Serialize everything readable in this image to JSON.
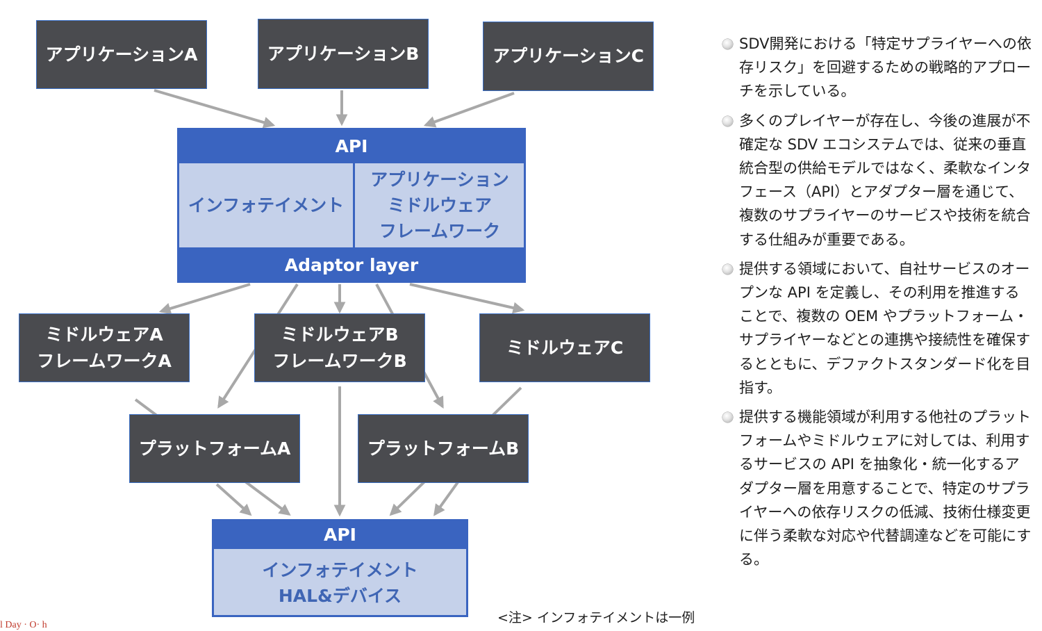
{
  "applications": [
    "アプリケーションA",
    "アプリケーションB",
    "アプリケーションC"
  ],
  "adaptor_block": {
    "api_label": "API",
    "left_label": "インフォテイメント",
    "right_lines": [
      "アプリケーション",
      "ミドルウェア",
      "フレームワーク"
    ],
    "bottom_label": "Adaptor layer"
  },
  "middleware": {
    "a": [
      "ミドルウェアA",
      "フレームワークA"
    ],
    "b": [
      "ミドルウェアB",
      "フレームワークB"
    ],
    "c": [
      "ミドルウェアC"
    ]
  },
  "platforms": [
    "プラットフォームA",
    "プラットフォームB"
  ],
  "bottom_block": {
    "api_label": "API",
    "lines": [
      "インフォテイメント",
      "HAL&デバイス"
    ]
  },
  "note": "<注> インフォテイメントは一例",
  "bullets": [
    "SDV開発における「特定サプライヤーへの依存リスク」を回避するための戦略的アプローチを示している。",
    "多くのプレイヤーが存在し、今後の進展が不確定な SDV エコシステムでは、従来の垂直統合型の供給モデルではなく、柔軟なインタフェース（API）とアダプター層を通じて、複数のサプライヤーのサービスや技術を統合する仕組みが重要である。",
    "提供する領域において、自社サービスのオープンな API を定義し、その利用を推進することで、複数の OEM やプラットフォーム・サプライヤーなどとの連携や接続性を確保するとともに、デファクトスタンダード化を目指す。",
    "提供する機能領域が利用する他社のプラットフォームやミドルウェアに対しては、利用するサービスの API を抽象化・統一化するアダプター層を用意することで、特定のサプライヤーへの依存リスクの低減、技術仕様変更に伴う柔軟な対応や代替調達などを可能にする。"
  ],
  "footer_fragment": "l Day · O· h",
  "colors": {
    "dark_box": "#4a4b4f",
    "blue": "#3a64c0",
    "light_blue": "#c5d1ea",
    "arrow": "#a8a8a8"
  }
}
